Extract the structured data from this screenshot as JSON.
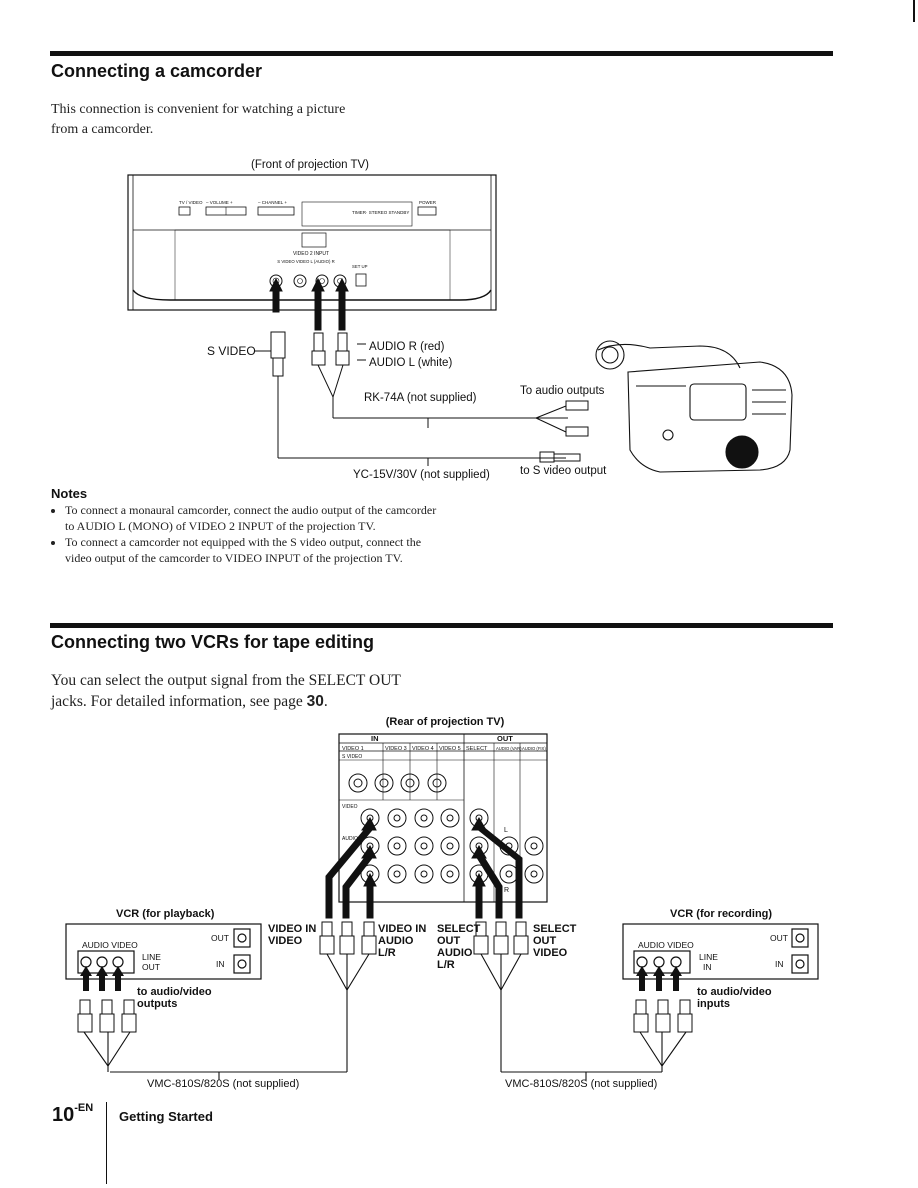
{
  "section1": {
    "title": "Connecting a camcorder",
    "intro_line1": "This connection is convenient for watching a picture",
    "intro_line2": "from a camcorder.",
    "diagram": {
      "caption": "(Front of projection TV)",
      "panel_labels": {
        "tv_video": "TV / VIDEO",
        "volume": "– VOLUME +",
        "channel": "– CHANNEL +",
        "display": "TIMER·  STEREO  STANDBY",
        "power": "POWER",
        "video2_input": "VIDEO 2 INPUT",
        "jacks": "S VIDEO    VIDEO    L (AUDIO) R",
        "setup": "SET UP"
      },
      "s_video": "S VIDEO",
      "audio_r": "AUDIO R (red)",
      "audio_l": "AUDIO L (white)",
      "rk_cable": "RK-74A (not supplied)",
      "to_audio": "To audio outputs",
      "yc_cable": "YC-15V/30V (not supplied)",
      "to_svideo": "to S video output"
    },
    "notes_title": "Notes",
    "notes": [
      "To connect a monaural camcorder, connect the audio output of the camcorder to AUDIO L (MONO) of VIDEO 2 INPUT of the projection TV.",
      "To connect a camcorder not equipped with the S video output, connect the video output of the camcorder to VIDEO INPUT of the projection TV."
    ]
  },
  "section2": {
    "title": "Connecting two VCRs for tape editing",
    "intro_line1": "You can select the output signal from the SELECT OUT",
    "intro_line2_prefix": "jacks.  For detailed information, see page ",
    "intro_page": "30",
    "intro_suffix": ".",
    "diagram": {
      "caption": "(Rear of projection TV)",
      "in": "IN",
      "out": "OUT",
      "columns": [
        "VIDEO 1",
        "VIDEO 3",
        "VIDEO 4",
        "VIDEO 5",
        "SELECT",
        "AUDIO (VAR)",
        "AUDIO (FIX)"
      ],
      "s_video": "S VIDEO",
      "video": "VIDEO",
      "audio": "AUDIO",
      "l": "L",
      "r": "R",
      "vcr_playback": "VCR (for playback)",
      "vcr_recording": "VCR (for recording)",
      "audio_video": "AUDIO  VIDEO",
      "line_out": [
        "LINE",
        "OUT"
      ],
      "line_in": [
        "LINE",
        "IN"
      ],
      "out_jack": "OUT",
      "in_jack": "IN",
      "video_in_left": [
        "VIDEO IN",
        "VIDEO"
      ],
      "video_in_right": [
        "VIDEO IN",
        "AUDIO",
        "L/R"
      ],
      "select_out_audio": [
        "SELECT",
        "OUT",
        "AUDIO",
        "L/R"
      ],
      "select_out_video": [
        "SELECT",
        "OUT",
        "VIDEO"
      ],
      "to_av_outputs": [
        "to audio/video",
        "outputs"
      ],
      "to_av_inputs": [
        "to audio/video",
        "inputs"
      ],
      "vmc_left": "VMC-810S/820S (not supplied)",
      "vmc_right": "VMC-810S/820S (not supplied)"
    }
  },
  "footer": {
    "page_number": "10",
    "page_suffix": "-EN",
    "section": "Getting Started"
  }
}
